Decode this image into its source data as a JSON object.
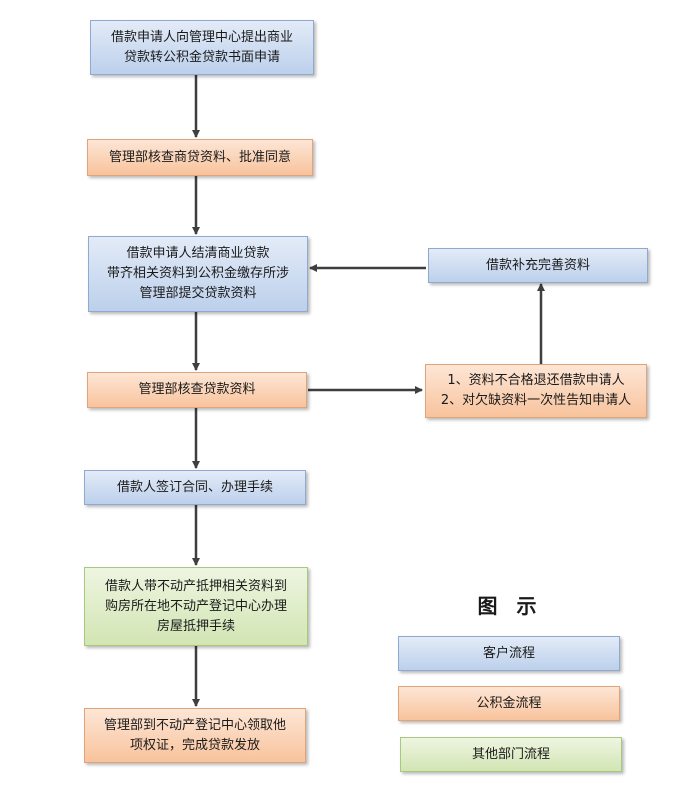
{
  "flow": {
    "step1": [
      "借款申请人向管理中心提出商业",
      "贷款转公积金贷款书面申请"
    ],
    "step2": "管理部核查商贷资料、批准同意",
    "step3": [
      "借款申请人结清商业贷款",
      "带齐相关资料到公积金缴存所涉",
      "管理部提交贷款资料"
    ],
    "step4": "管理部核查贷款资料",
    "step5": "借款人签订合同、办理手续",
    "step6": [
      "借款人带不动产抵押相关资料到",
      "购房所在地不动产登记中心办理",
      "房屋抵押手续"
    ],
    "step7": [
      "管理部到不动产登记中心领取他",
      "项权证，完成贷款发放"
    ],
    "side_reject": [
      "1、资料不合格退还借款申请人",
      "2、对欠缺资料一次性告知申请人"
    ],
    "side_supplement": "借款补充完善资料"
  },
  "legend": {
    "title": "图 示",
    "customer": "客户流程",
    "fund": "公积金流程",
    "other": "其他部门流程"
  },
  "colors": {
    "customer_fill": "#bcd0ec",
    "fund_fill": "#f8c39c",
    "other_fill": "#d2e5b3",
    "arrow": "#3f3f3f"
  }
}
